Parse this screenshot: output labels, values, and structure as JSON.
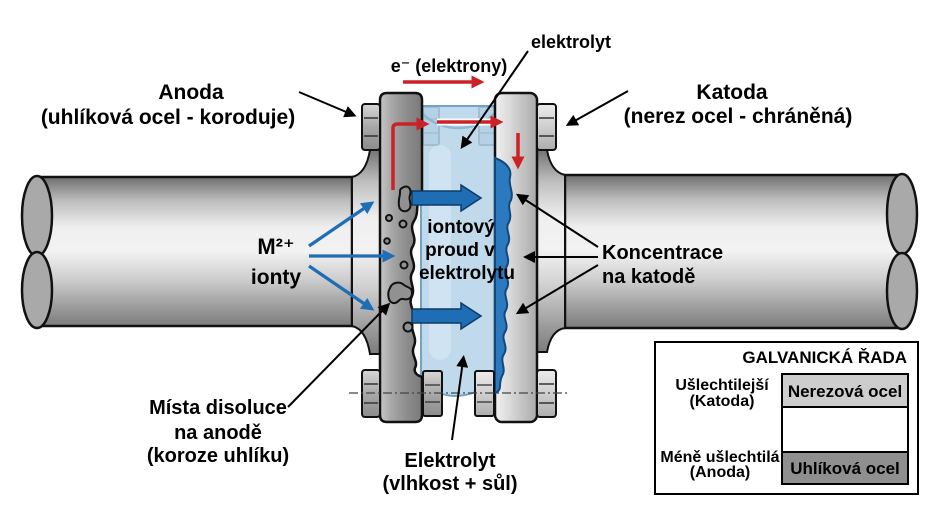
{
  "diagram": {
    "anode": {
      "title": "Anoda",
      "subtitle": "(uhlíková ocel - koroduje)"
    },
    "cathode": {
      "title": "Katoda",
      "subtitle": "(nerez ocel - chráněná)"
    },
    "electron_flow_label": "e⁻ (elektrony)",
    "electrolyte_top_label": "elektrolyt",
    "metal_ions": {
      "line1": "M²⁺",
      "line2": "ionty"
    },
    "ionic_current": {
      "line1": "iontový",
      "line2": "proud v",
      "line3": "elektrolytu"
    },
    "concentration": {
      "line1": "Koncentrace",
      "line2": "na katodě"
    },
    "dissolution": {
      "line1": "Místa disoluce",
      "line2": "na anodě",
      "line3": "(koroze uhlíku)"
    },
    "electrolyte_bottom": {
      "line1": "Elektrolyt",
      "line2": "(vlhkost + sůl)"
    }
  },
  "galvanic_series": {
    "title": "GALVANICKÁ ŘADA",
    "noble": {
      "label_line1": "Ušlechtilejší",
      "label_line2": "(Katoda)",
      "material": "Nerezová ocel"
    },
    "less_noble": {
      "label_line1": "Méně ušlechtilá",
      "label_line2": "(Anoda)",
      "material": "Uhlíková ocel"
    }
  },
  "colors": {
    "electron_arrow_red": "#cc2127",
    "ion_arrow_blue": "#1f6eb5",
    "ion_arrow_edge": "#0d3a66",
    "electrolyte_blue": "#b7d4e9",
    "electrolyte_edge": "#6fa3c8",
    "deposit_blue": "#2b7abf",
    "deposit_edge": "#11497e",
    "noble_cell_gray": "#cdcdcd",
    "less_noble_cell_gray": "#8f8f8f",
    "label_arrow_black": "#000000"
  }
}
